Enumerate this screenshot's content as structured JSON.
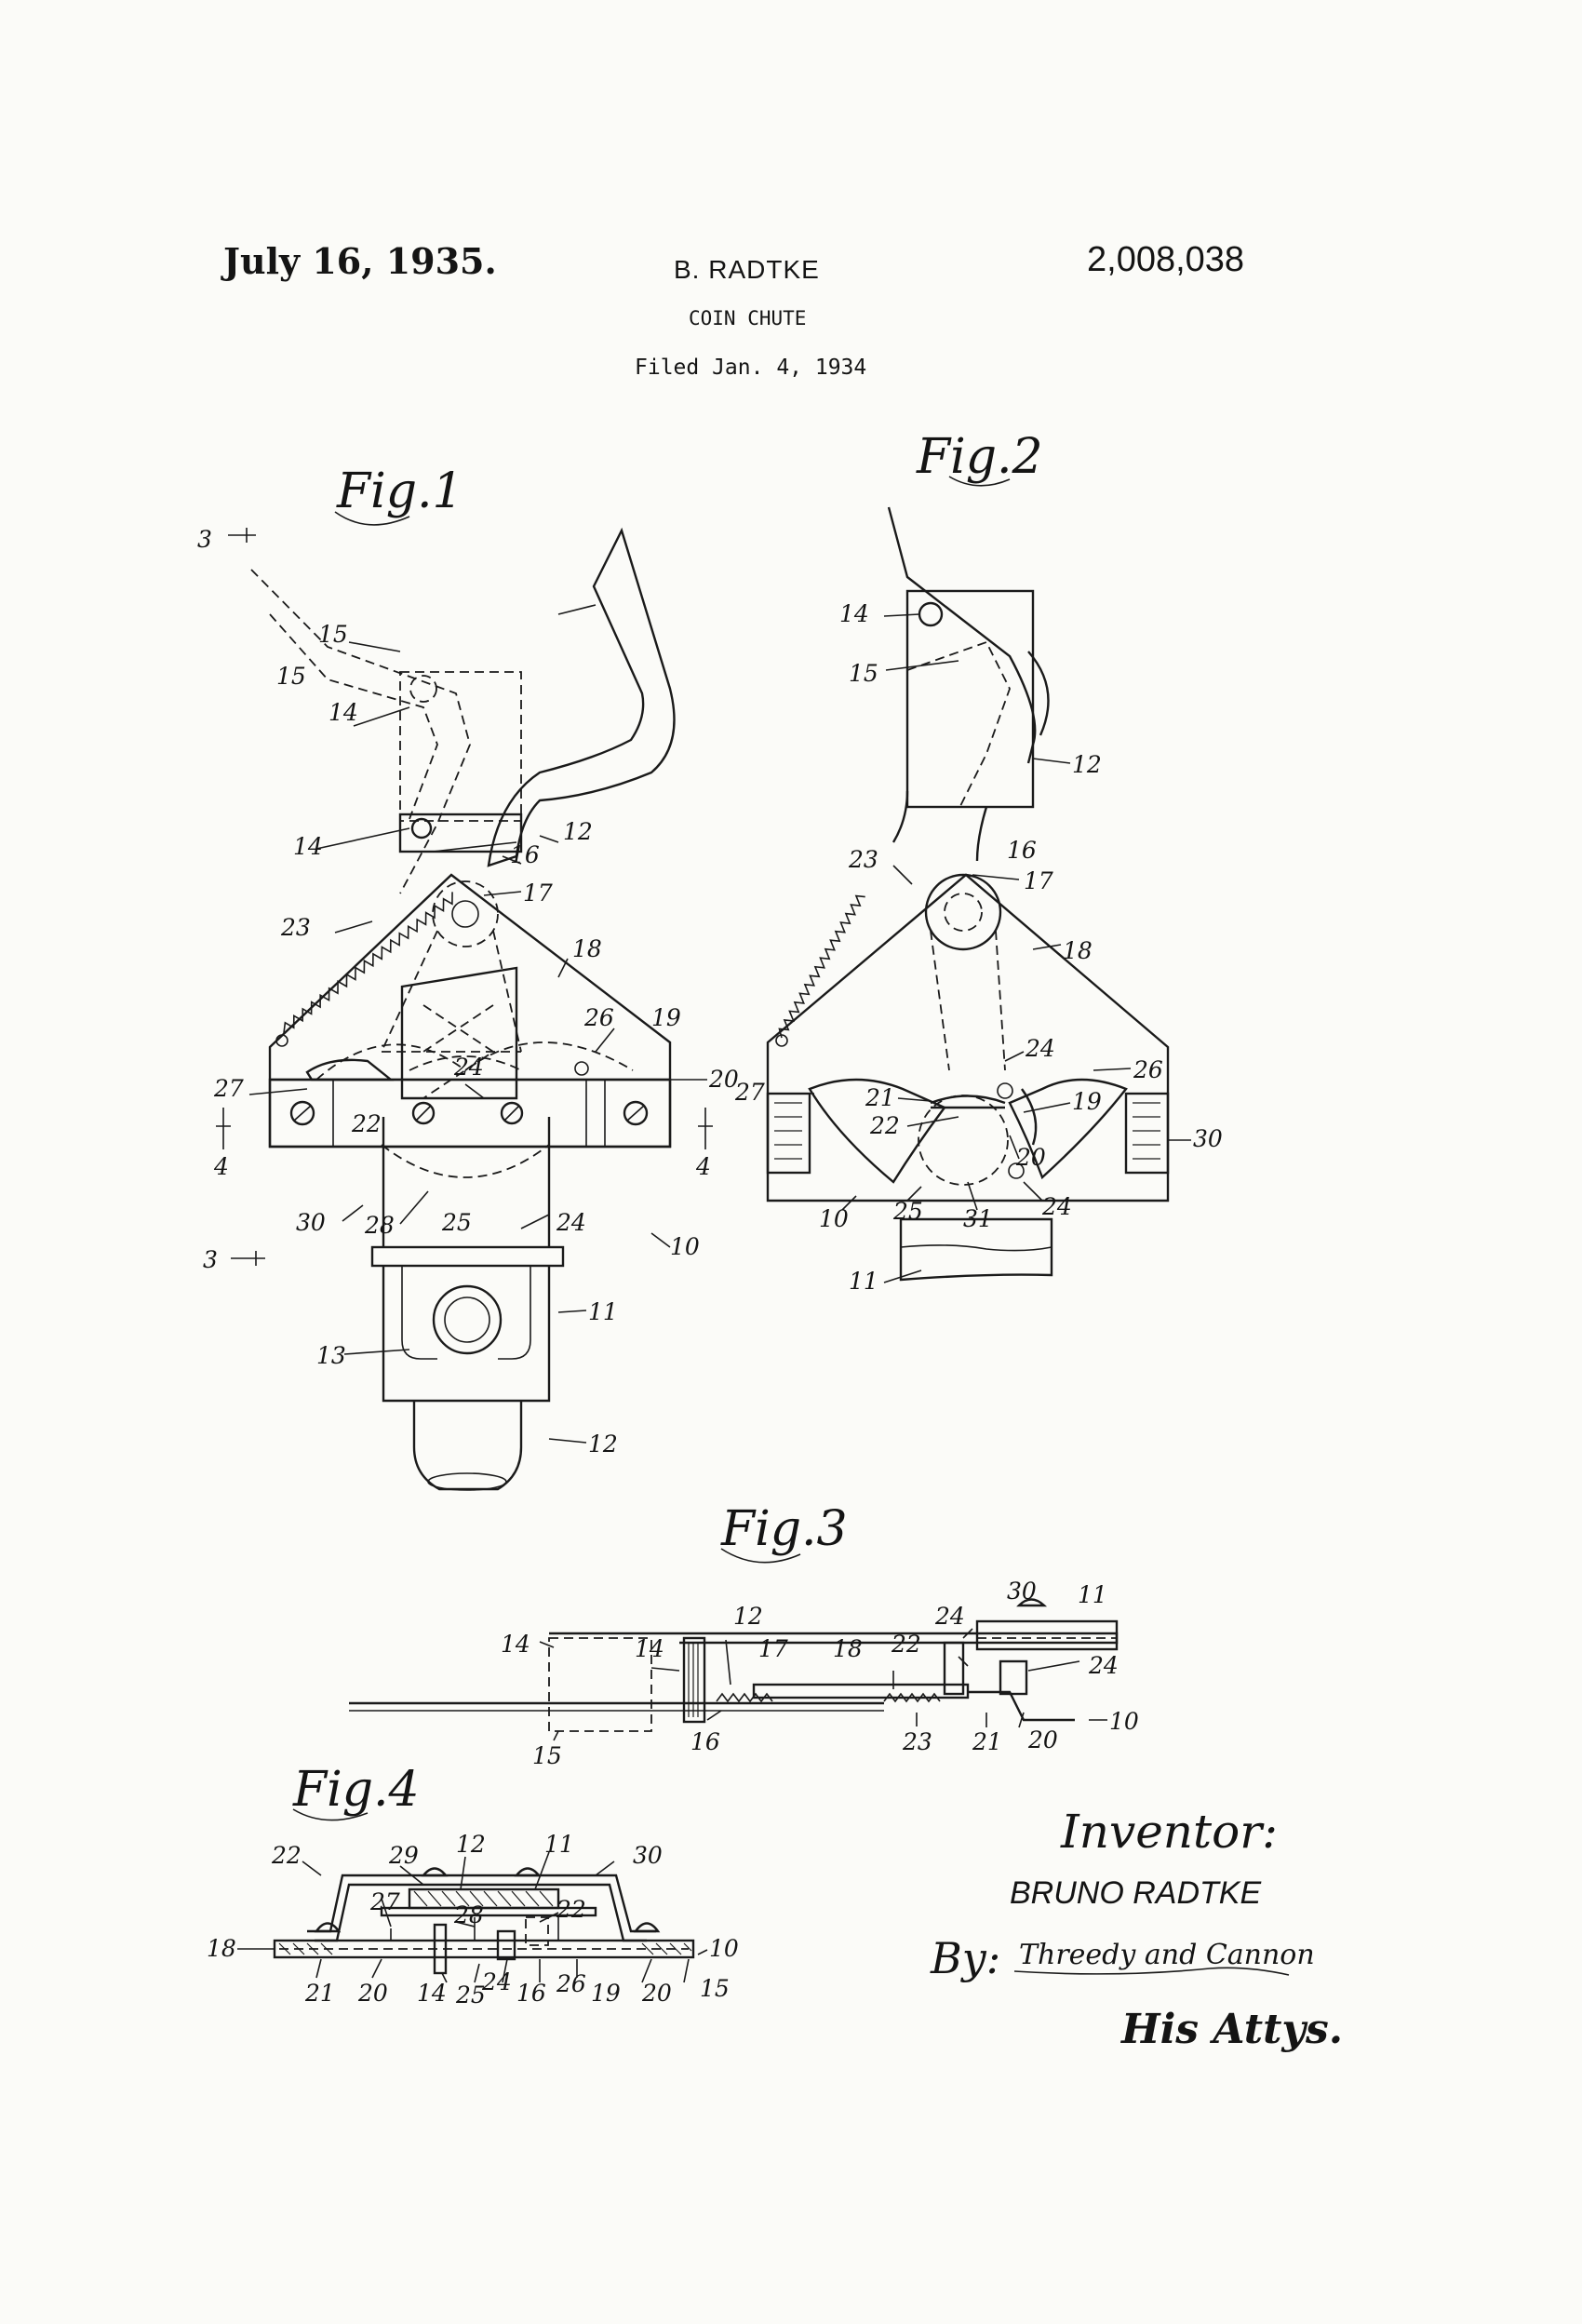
{
  "header": {
    "date": "July 16, 1935.",
    "inventor": "B. RADTKE",
    "patent_number": "2,008,038",
    "title": "COIN CHUTE",
    "filed": "Filed Jan. 4, 1934"
  },
  "figures": {
    "fig1": {
      "title": "Fig.1",
      "labels": [
        "3",
        "15",
        "14",
        "15",
        "12",
        "14",
        "16",
        "17",
        "23",
        "18",
        "19",
        "26",
        "20",
        "24",
        "27",
        "22",
        "4",
        "4",
        "3",
        "30",
        "28",
        "25",
        "24",
        "10",
        "11",
        "13",
        "12"
      ]
    },
    "fig2": {
      "title": "Fig.2",
      "labels": [
        "14",
        "15",
        "12",
        "16",
        "23",
        "17",
        "18",
        "24",
        "26",
        "27",
        "21",
        "19",
        "30",
        "22",
        "20",
        "25",
        "31",
        "24",
        "10",
        "11"
      ]
    },
    "fig3": {
      "title": "Fig.3",
      "labels": [
        "12",
        "30",
        "11",
        "14",
        "14",
        "17",
        "18",
        "22",
        "24",
        "24",
        "10",
        "15",
        "16",
        "23",
        "21",
        "20"
      ]
    },
    "fig4": {
      "title": "Fig.4",
      "labels": [
        "22",
        "29",
        "12",
        "11",
        "30",
        "27",
        "28",
        "22",
        "18",
        "10",
        "21",
        "20",
        "14",
        "25",
        "24",
        "16",
        "26",
        "19",
        "20",
        "15"
      ]
    }
  },
  "signature": {
    "inventor_label": "Inventor:",
    "inventor_name": "BRUNO RADTKE",
    "by_label": "By:",
    "attorneys_signature": "Threedy and Cannon",
    "attys_label": "His Attys."
  }
}
